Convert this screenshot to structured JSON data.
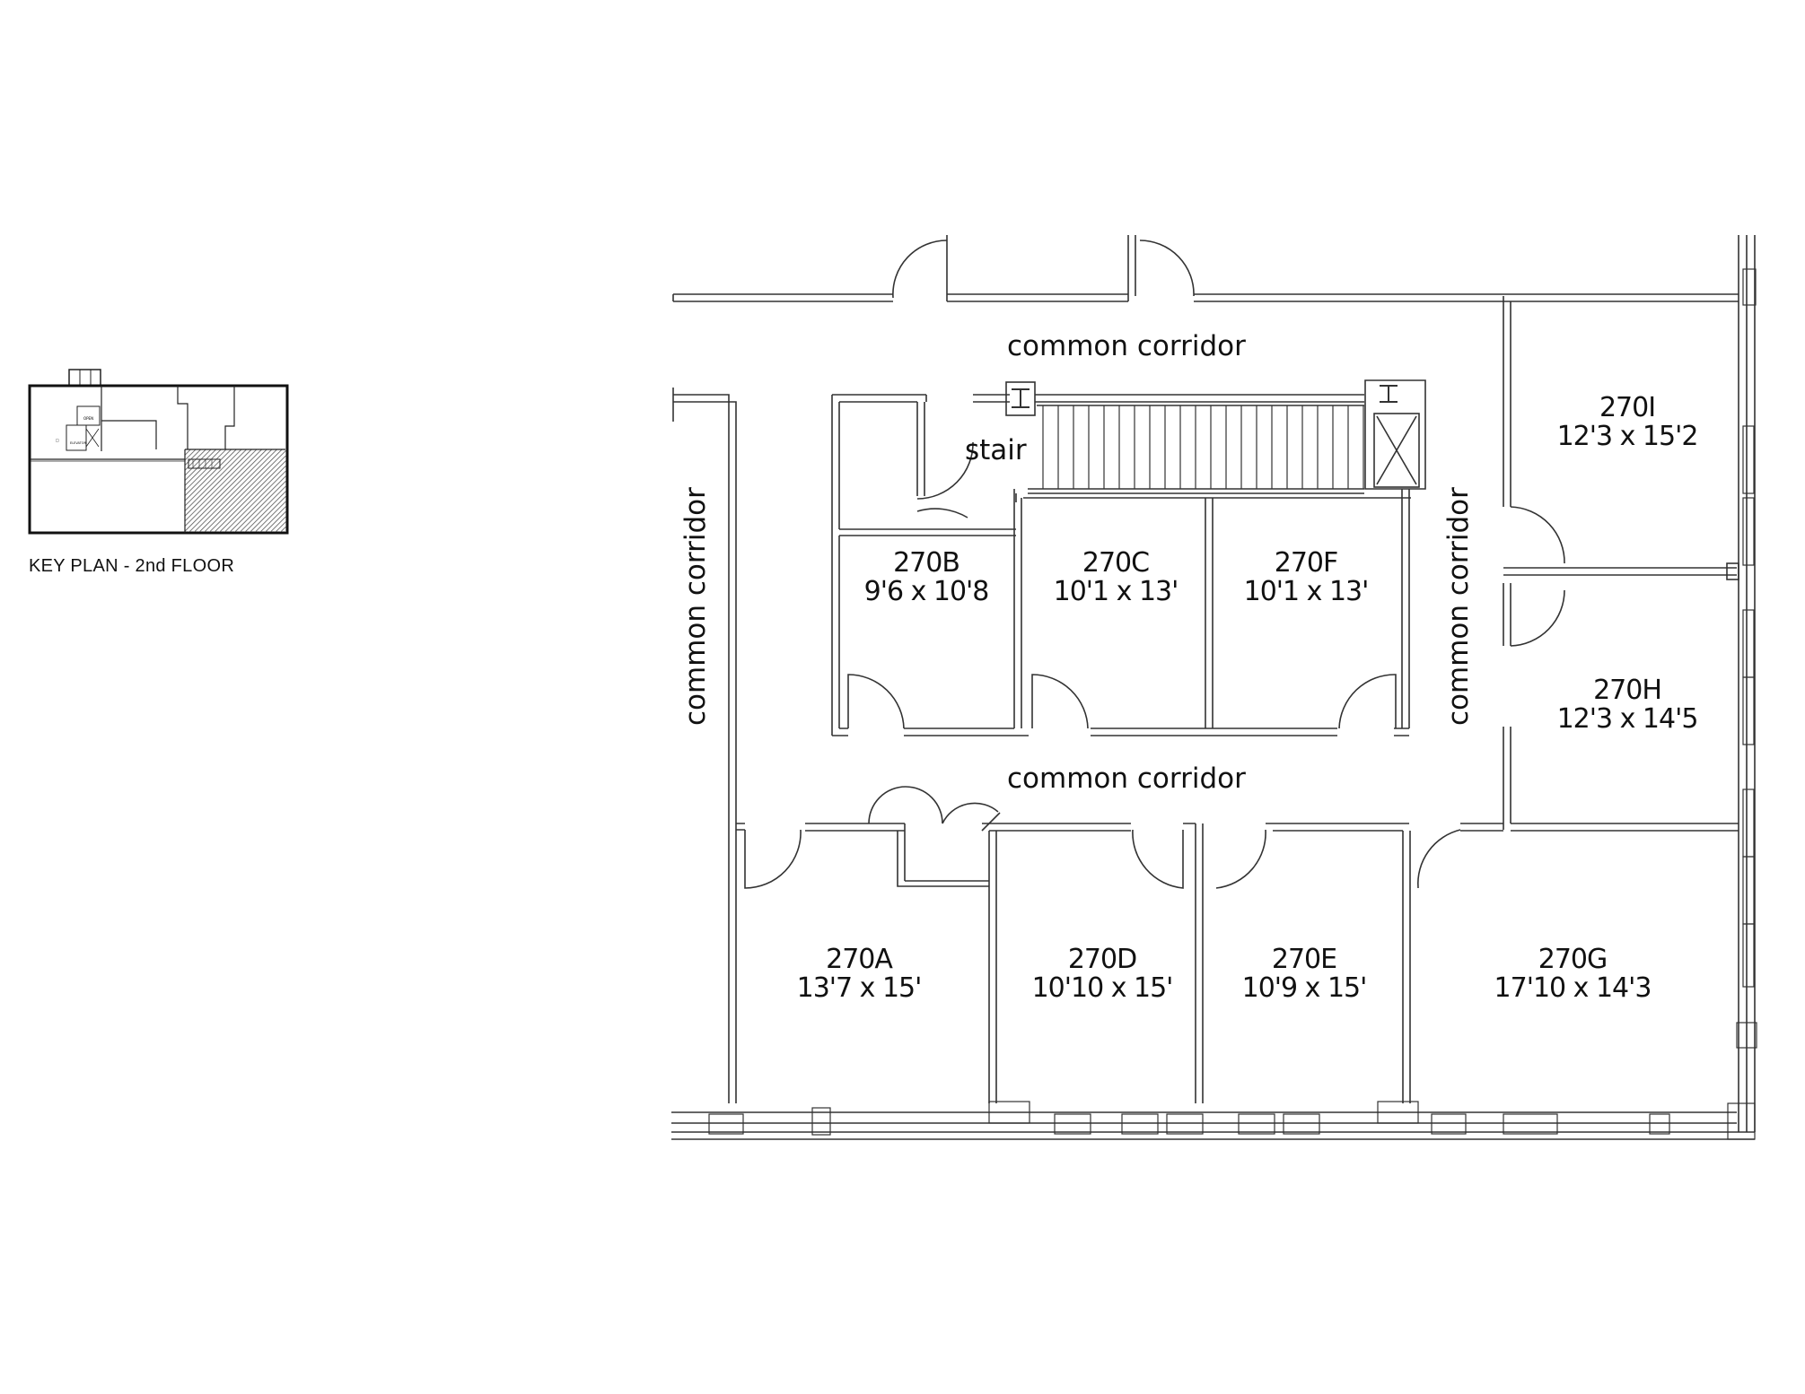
{
  "key_plan": {
    "label": "KEY PLAN - 2nd FLOOR",
    "highlighted_area": "southeast quadrant (hatched)"
  },
  "corridors": {
    "top": "common corridor",
    "middle": "common corridor",
    "left": "common corridor",
    "right": "common corridor"
  },
  "stair": {
    "label": "stair"
  },
  "rooms": [
    {
      "id": "270A",
      "dims": "13'7 x 15'"
    },
    {
      "id": "270B",
      "dims": "9'6 x 10'8"
    },
    {
      "id": "270C",
      "dims": "10'1 x 13'"
    },
    {
      "id": "270D",
      "dims": "10'10 x 15'"
    },
    {
      "id": "270E",
      "dims": "10'9 x 15'"
    },
    {
      "id": "270F",
      "dims": "10'1 x 13'"
    },
    {
      "id": "270G",
      "dims": "17'10 x 14'3"
    },
    {
      "id": "270H",
      "dims": "12'3 x 14'5"
    },
    {
      "id": "270I",
      "dims": "12'3 x 15'2"
    }
  ],
  "colors": {
    "line": "#333333",
    "text": "#111111",
    "background": "#ffffff",
    "hatch": "#555555"
  }
}
